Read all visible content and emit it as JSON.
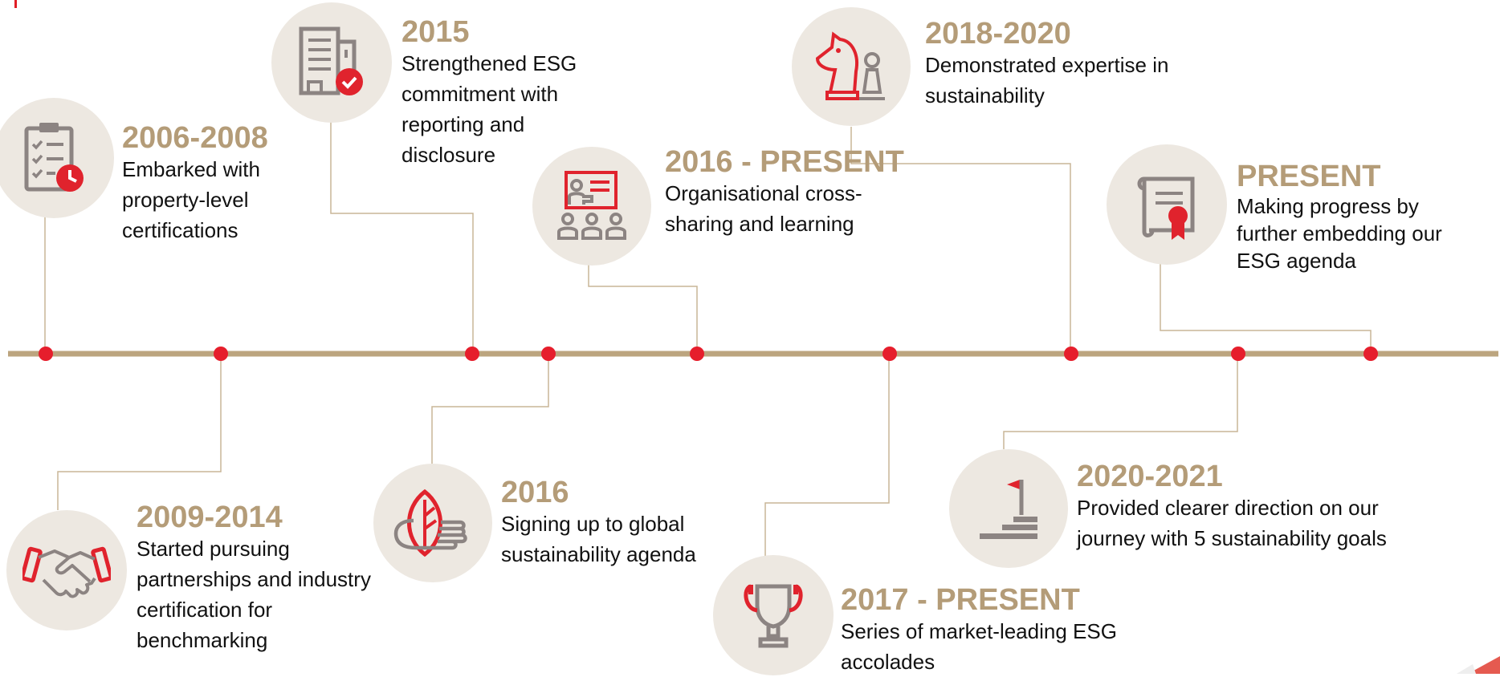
{
  "colors": {
    "timeline": "#bca57f",
    "connector": "#c9b597",
    "dot": "#e61e2c",
    "accent_red": "#e0232d",
    "icon_gray": "#8c8482",
    "circle_bg": "#ede8e1",
    "year_text": "#b49c78",
    "body_text": "#111111"
  },
  "milestones": [
    {
      "id": "m1",
      "year": "2006-2008",
      "description": "Embarked with property-level certifications",
      "icon": "clipboard-checklist-clock-icon"
    },
    {
      "id": "m2",
      "year": "2009-2014",
      "description": "Started pursuing partnerships and industry certification for benchmarking",
      "icon": "handshake-icon"
    },
    {
      "id": "m3",
      "year": "2015",
      "description": "Strengthened ESG commitment with reporting and disclosure",
      "icon": "report-document-checkmark-icon"
    },
    {
      "id": "m4",
      "year": "2016",
      "description": "Signing up to global sustainability agenda",
      "icon": "hand-holding-leaf-icon"
    },
    {
      "id": "m5",
      "year": "2016 - PRESENT",
      "description": "Organisational cross-sharing and learning",
      "icon": "presentation-audience-icon"
    },
    {
      "id": "m6",
      "year": "2017 - PRESENT",
      "description": "Series of market-leading ESG accolades",
      "icon": "trophy-icon"
    },
    {
      "id": "m7",
      "year": "2018-2020",
      "description": "Demonstrated expertise in sustainability",
      "icon": "chess-knight-pawn-icon"
    },
    {
      "id": "m8",
      "year": "2020-2021",
      "description": "Provided clearer direction on our journey with 5 sustainability goals",
      "icon": "stairs-flag-icon"
    },
    {
      "id": "m9",
      "year": "PRESENT",
      "description": "Making progress by further embedding our ESG agenda",
      "icon": "certificate-ribbon-icon"
    }
  ]
}
